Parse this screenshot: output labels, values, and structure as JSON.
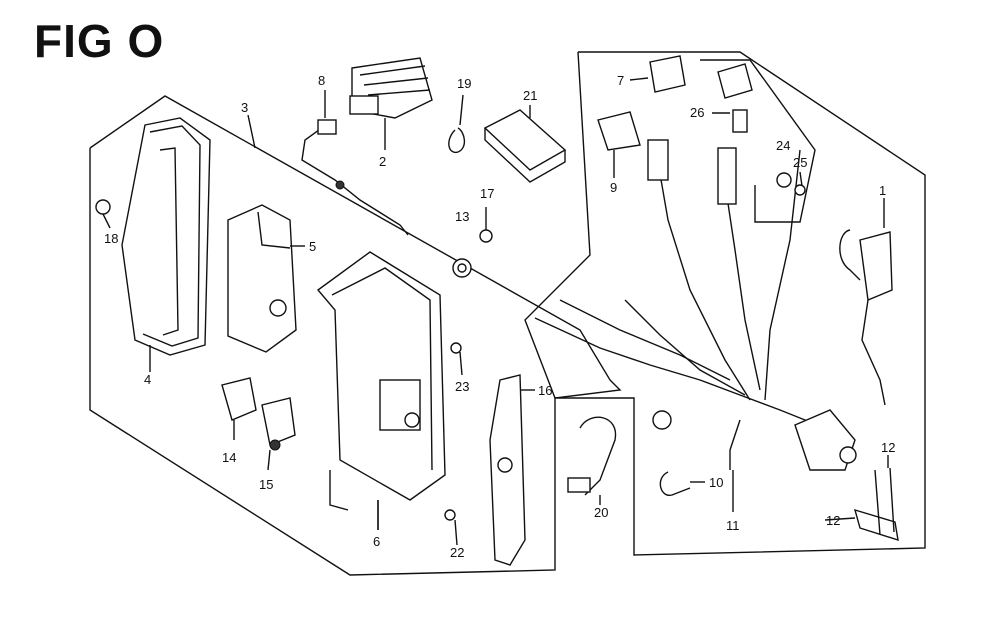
{
  "figure": {
    "title": "FIG O"
  },
  "callouts": [
    {
      "id": "c1",
      "text": "1"
    },
    {
      "id": "c2",
      "text": "2"
    },
    {
      "id": "c3",
      "text": "3"
    },
    {
      "id": "c4",
      "text": "4"
    },
    {
      "id": "c5",
      "text": "5"
    },
    {
      "id": "c6",
      "text": "6"
    },
    {
      "id": "c7",
      "text": "7"
    },
    {
      "id": "c8",
      "text": "8"
    },
    {
      "id": "c9",
      "text": "9"
    },
    {
      "id": "c10",
      "text": "10"
    },
    {
      "id": "c11",
      "text": "11"
    },
    {
      "id": "c12a",
      "text": "12"
    },
    {
      "id": "c12b",
      "text": "12"
    },
    {
      "id": "c13",
      "text": "13"
    },
    {
      "id": "c14",
      "text": "14"
    },
    {
      "id": "c15",
      "text": "15"
    },
    {
      "id": "c16",
      "text": "16"
    },
    {
      "id": "c17",
      "text": "17"
    },
    {
      "id": "c18",
      "text": "18"
    },
    {
      "id": "c19",
      "text": "19"
    },
    {
      "id": "c20",
      "text": "20"
    },
    {
      "id": "c21",
      "text": "21"
    },
    {
      "id": "c22",
      "text": "22"
    },
    {
      "id": "c23",
      "text": "23"
    },
    {
      "id": "c24",
      "text": "24"
    },
    {
      "id": "c25",
      "text": "25"
    },
    {
      "id": "c26",
      "text": "26"
    }
  ]
}
